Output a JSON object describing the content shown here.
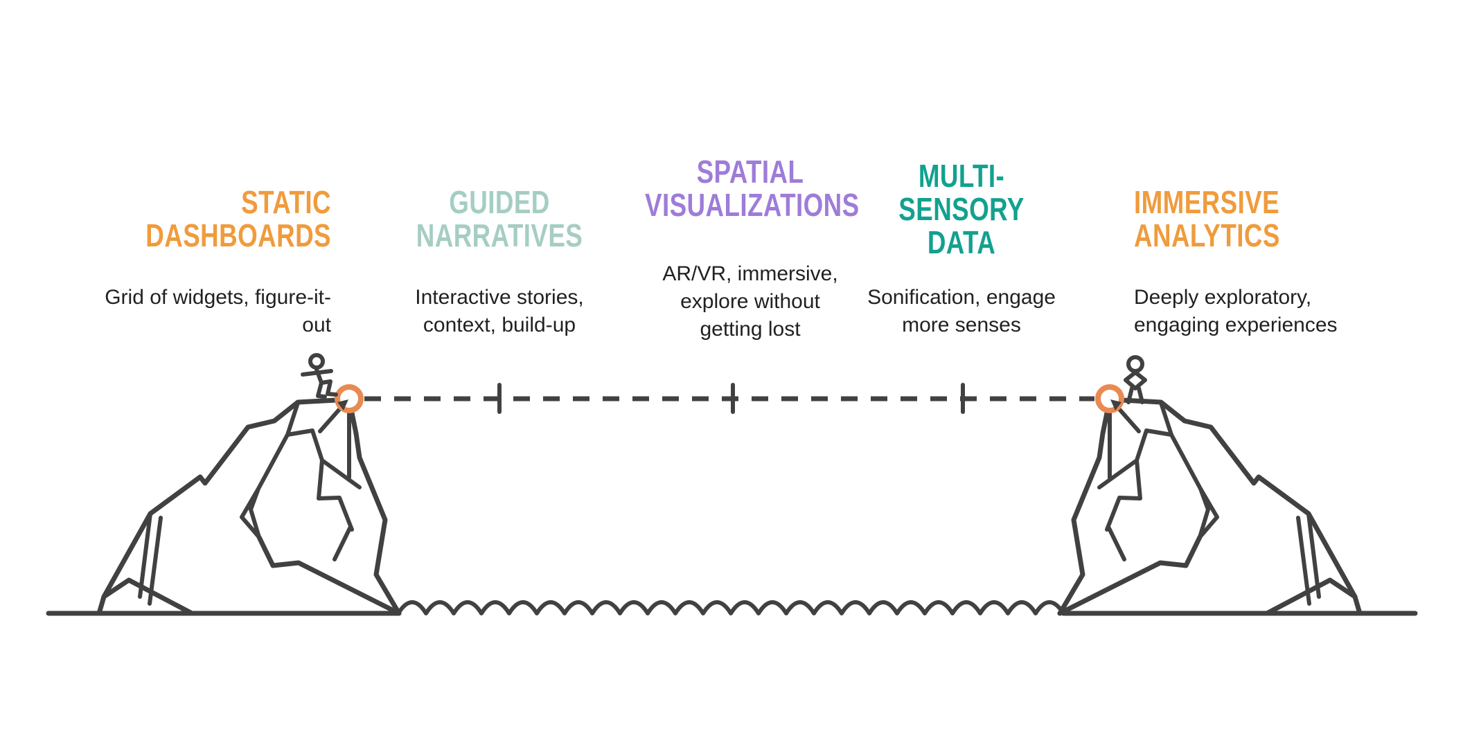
{
  "stages": [
    {
      "title": "STATIC\nDASHBOARDS",
      "description": "Grid of widgets, figure-it-\nout",
      "color": "#F09B3C"
    },
    {
      "title": "GUIDED\nNARRATIVES",
      "description": "Interactive stories,\ncontext, build-up",
      "color": "#A5CDC4"
    },
    {
      "title": "SPATIAL\nVISUALIZATIONS",
      "description": "AR/VR, immersive,\nexplore without\ngetting lost",
      "color": "#9E7CD8"
    },
    {
      "title": "MULTI-\nSENSORY\nDATA",
      "description": "Sonification, engage\nmore senses",
      "color": "#12A18F"
    },
    {
      "title": "IMMERSIVE\nANALYTICS",
      "description": "Deeply exploratory,\nengaging experiences",
      "color": "#F09B3C"
    }
  ],
  "illustration": {
    "line_color": "#414141",
    "anchor_color": "#E98A52",
    "text_color": "#212121",
    "left_figure": "crouching stick figure on left cliff",
    "right_figure": "standing stick figure on right cliff",
    "elements": "two cliffs joined by dashed tightrope with 3 tick marks, orange anchor rings, hanging ropes, water waves between cliff bases, ground line"
  }
}
